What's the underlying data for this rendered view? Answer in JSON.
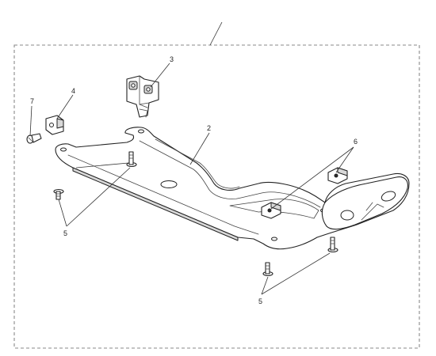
{
  "callouts": {
    "c2": "2",
    "c3": "3",
    "c4": "4",
    "c5a": "5",
    "c5b": "5",
    "c6": "6",
    "c7": "7"
  }
}
